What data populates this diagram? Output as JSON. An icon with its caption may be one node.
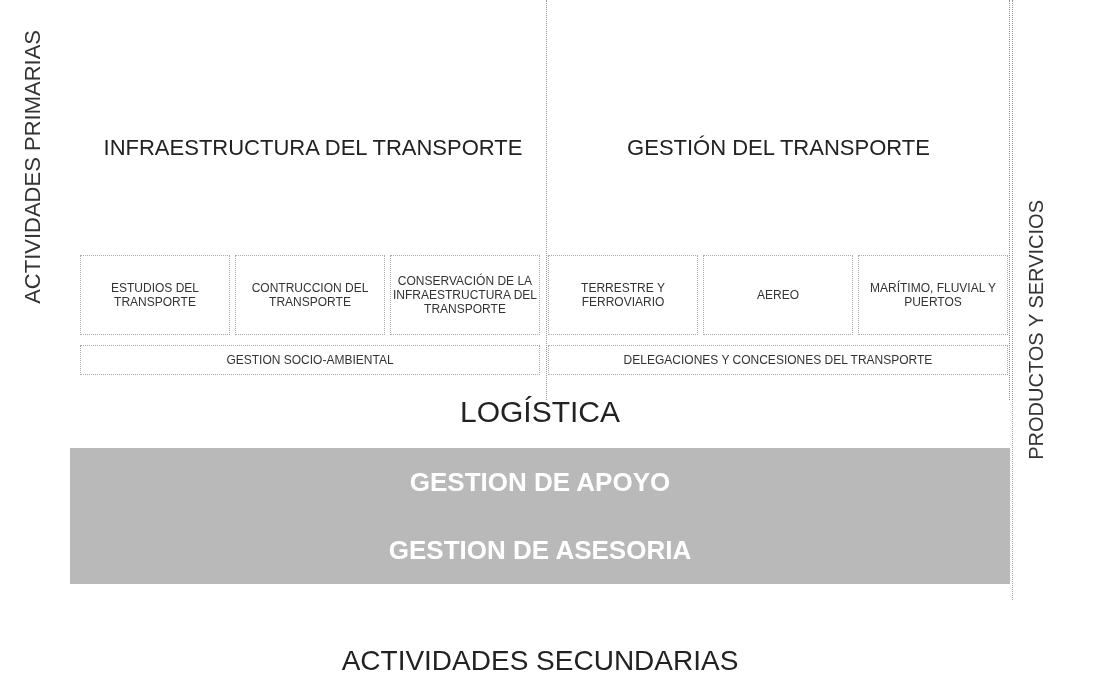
{
  "diagram": {
    "nodes": [
      {
        "text": [
          "INFRAESTRUCTURA DEL TRANSPORTE"
        ]
      },
      {
        "text": [
          "GESTIÓN DEL TRANSPORTE"
        ]
      },
      {
        "text": [
          "ESTUDIOS DEL TRANSPORTE"
        ],
        "in": 0
      },
      {
        "text": [
          "CONTRUCCION DEL TRANSPORTE"
        ],
        "in": 0
      },
      {
        "text": [
          "CONSERVACIÓN DE LA INFRAESTRUCTURA DEL TRANSPORTE"
        ],
        "in": 0
      },
      {
        "text": [
          "TERRESTRE Y FERROVIARIO"
        ],
        "in": 1
      },
      {
        "text": [
          "AEREO"
        ],
        "in": 1
      },
      {
        "text": [
          "MARÍTIMO, FLUVIAL Y PUERTOS"
        ],
        "in": 1
      },
      {
        "text": [
          "GESTION SOCIO-AMBIENTAL"
        ],
        "in": 0
      },
      {
        "text": [
          "DELEGACIONES Y CONCESIONES DEL TRANSPORTE"
        ],
        "in": 1
      },
      {
        "text": [
          "GESTION DE APOYO"
        ]
      },
      {
        "text": [
          "GESTION DE ASESORIA"
        ]
      },
      {
        "text": [
          "PRODUCTOS Y SERVICIOS"
        ]
      }
    ],
    "edges": [],
    "labels": [
      "ACTIVIDADES PRIMARIAS",
      "LOGÍSTICA",
      "ACTIVIDADES SECUNDARIAS"
    ]
  }
}
